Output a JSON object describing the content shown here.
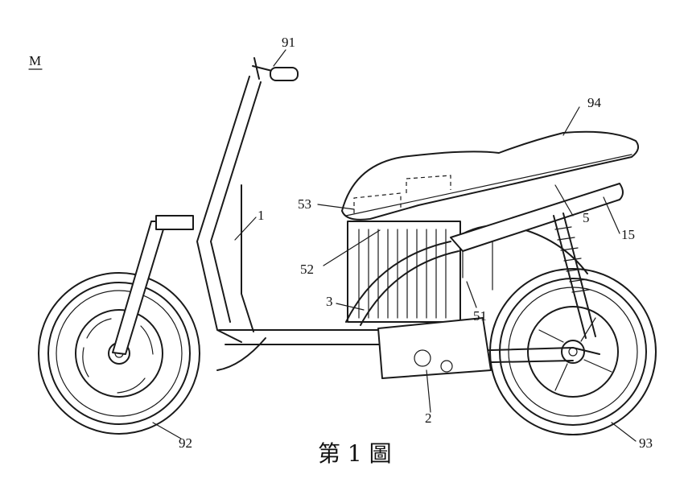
{
  "figure": {
    "caption": "第 1 圖",
    "corner_mark": "M",
    "labels": {
      "l91": "91",
      "l94": "94",
      "l1": "1",
      "l53": "53",
      "l5": "5",
      "l15": "15",
      "l52": "52",
      "l3": "3",
      "l51": "51",
      "l2": "2",
      "l92": "92",
      "l93": "93"
    }
  }
}
